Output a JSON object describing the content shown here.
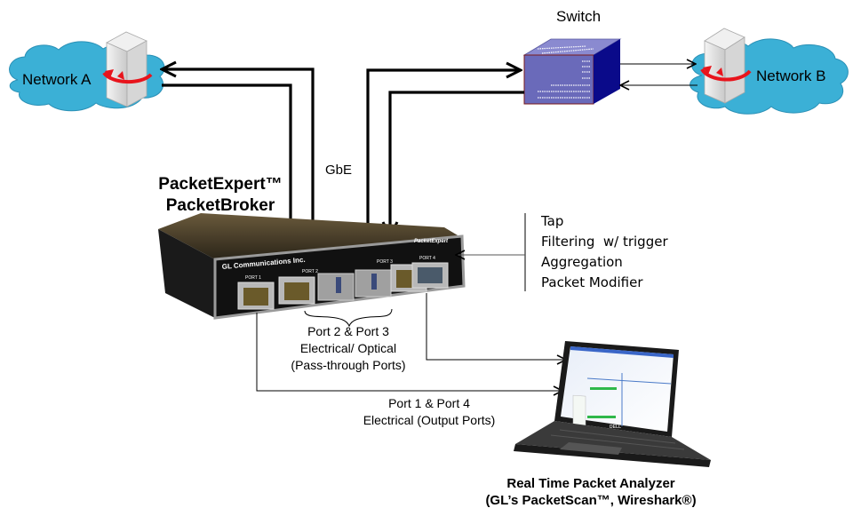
{
  "networks": {
    "a": {
      "label": "Network A"
    },
    "b": {
      "label": "Network B"
    }
  },
  "switch": {
    "label": "Switch"
  },
  "link": {
    "label": "GbE"
  },
  "device": {
    "title_line1": "PacketExpert™",
    "title_line2": "PacketBroker",
    "brand_text": "GL Communications Inc.",
    "model_text": "PacketExpert",
    "ports": [
      "PORT 1",
      "PORT 2",
      "PORT 3",
      "PORT 4"
    ]
  },
  "features": [
    "Tap",
    "Filtering  w/ trigger",
    "Aggregation",
    "Packet Modifier"
  ],
  "pass_through_note": [
    "Port 2 & Port 3",
    "Electrical/ Optical",
    "(Pass-through Ports)"
  ],
  "output_note": [
    "Port 1 & Port 4",
    "Electrical (Output Ports)"
  ],
  "analyzer": {
    "title_line1": "Real Time Packet Analyzer",
    "title_line2": "(GL’s PacketScan™, Wireshark®)",
    "laptop_brand": "DELL"
  },
  "colors": {
    "cloud": "#3bb0d6",
    "switch": "#6a6aba",
    "switch_side": "#0a0a8a",
    "router_arrow": "#e8141c",
    "device_body": "#1e1e1e"
  }
}
